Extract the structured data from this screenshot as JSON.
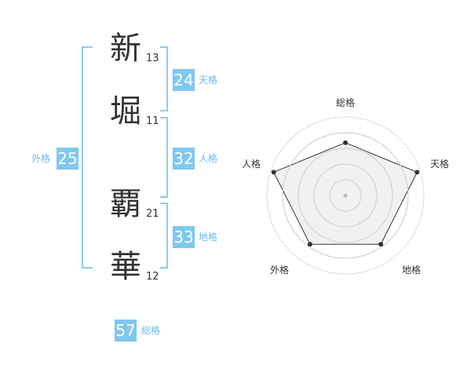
{
  "name": {
    "chars": [
      {
        "char": "新",
        "strokes": "13"
      },
      {
        "char": "堀",
        "strokes": "11"
      },
      {
        "char": "覇",
        "strokes": "21"
      },
      {
        "char": "華",
        "strokes": "12"
      }
    ]
  },
  "kakusu": {
    "tenkaku": {
      "value": "24",
      "label": "天格"
    },
    "jinkaku": {
      "value": "32",
      "label": "人格"
    },
    "chikaku": {
      "value": "33",
      "label": "地格"
    },
    "gaikaku": {
      "value": "25",
      "label": "外格"
    },
    "soukaku": {
      "value": "57",
      "label": "総格"
    }
  },
  "colors": {
    "accent": "#7fc8f0",
    "bracket": "#8ccdf0",
    "text": "#333333"
  },
  "chart_data": {
    "type": "radar",
    "axes": [
      "総格",
      "天格",
      "地格",
      "外格",
      "人格"
    ],
    "values": [
      0.7,
      1.0,
      0.8,
      0.8,
      1.0
    ],
    "max": 1.0,
    "rings": 4
  }
}
